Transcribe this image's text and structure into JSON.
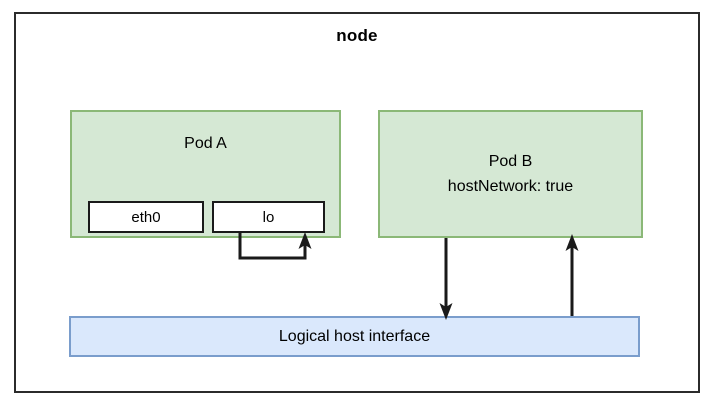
{
  "diagram": {
    "title": "node",
    "node": {
      "label": "node"
    },
    "pods": [
      {
        "id": "pod-a",
        "name": "Pod A",
        "fill": "#d5e8d4",
        "stroke": "#8bb877",
        "interfaces": [
          {
            "id": "eth0",
            "label": "eth0"
          },
          {
            "id": "lo",
            "label": "lo"
          }
        ]
      },
      {
        "id": "pod-b",
        "name": "Pod B",
        "annotation": "hostNetwork: true",
        "fill": "#d5e8d4",
        "stroke": "#8bb877"
      }
    ],
    "host_interface": {
      "label": "Logical host interface",
      "fill": "#dae8fc",
      "stroke": "#7a9dcc"
    },
    "connections": [
      {
        "id": "lo-loopback",
        "from": "lo",
        "to": "lo",
        "direction": "loopback",
        "label": ""
      },
      {
        "id": "podb-egress",
        "from": "pod-b",
        "to": "host-interface",
        "direction": "down",
        "label": ""
      },
      {
        "id": "podb-ingress",
        "from": "host-interface",
        "to": "pod-b",
        "direction": "up",
        "label": ""
      }
    ],
    "colors": {
      "frame_stroke": "#2b2b2b",
      "arrow_stroke": "#1a1a1a",
      "background": "#ffffff",
      "text": "#000000"
    }
  }
}
